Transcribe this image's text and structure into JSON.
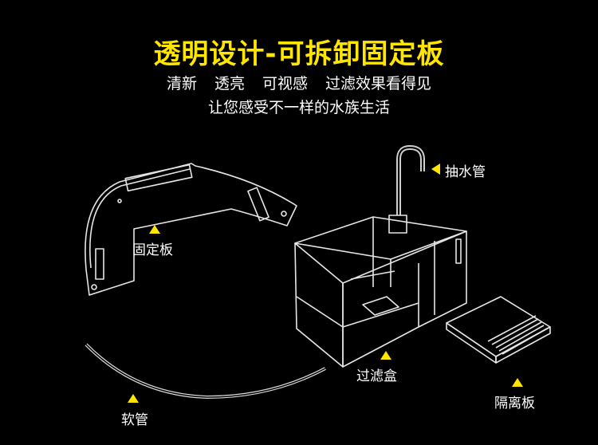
{
  "header": {
    "title": "透明设计-可拆卸固定板",
    "subtitle": "清新 透亮 可视感 过滤效果看得见",
    "tagline": "让您感受不一样的水族生活"
  },
  "labels": {
    "pump_tube": "抽水管",
    "fixing_plate": "固定板",
    "filter_box": "过滤盒",
    "hose": "软管",
    "divider_plate": "隔离板"
  },
  "colors": {
    "accent": "#ffe600",
    "background": "#000000"
  }
}
